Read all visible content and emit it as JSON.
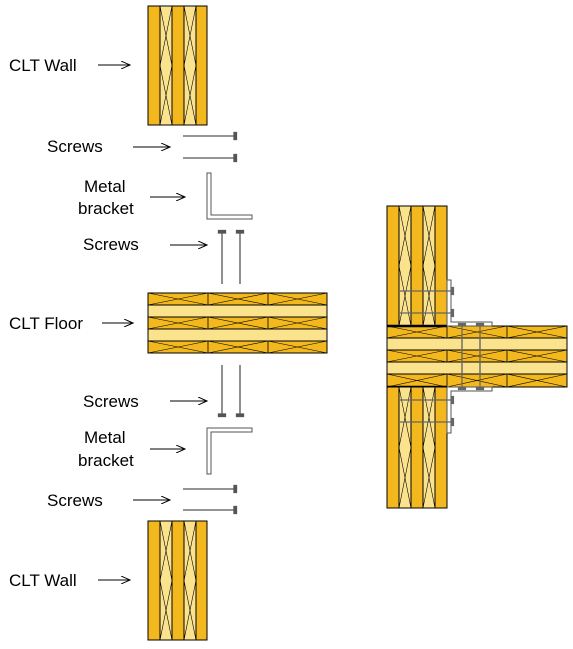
{
  "labels": {
    "clt_wall_top": "CLT Wall",
    "screws_1": "Screws",
    "bracket_top_line1": "Metal",
    "bracket_top_line2": "bracket",
    "screws_2": "Screws",
    "clt_floor": "CLT Floor",
    "screws_3": "Screws",
    "bracket_bottom_line1": "Metal",
    "bracket_bottom_line2": "bracket",
    "screws_4": "Screws",
    "clt_wall_bottom": "CLT Wall"
  },
  "colors": {
    "timber_dark": "#f2b81e",
    "timber_light": "#fbe38d",
    "outline": "#000000",
    "metal": "#555555",
    "arrow": "#000000"
  }
}
